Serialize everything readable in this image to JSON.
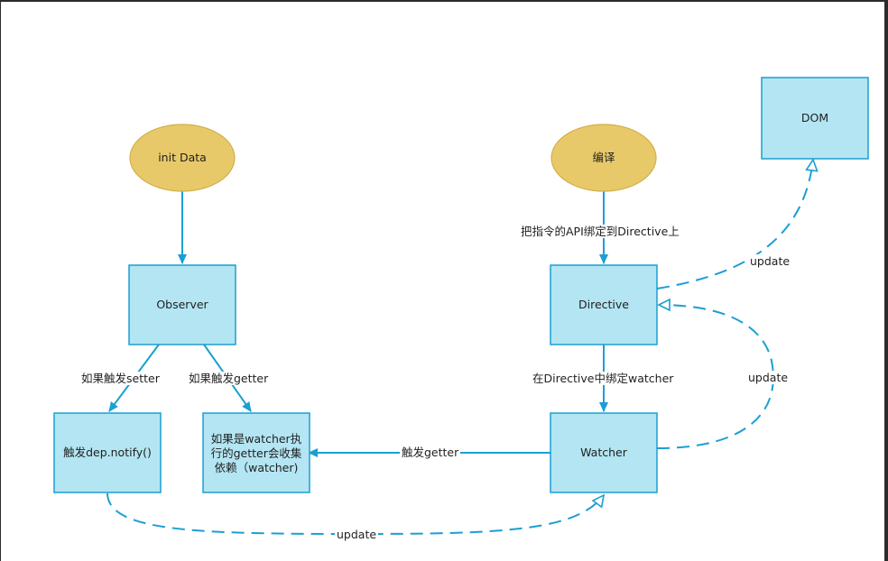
{
  "nodes": {
    "init_data": "init Data",
    "compile": "编译",
    "dom": "DOM",
    "observer": "Observer",
    "directive": "Directive",
    "notify": "触发dep.notify()",
    "collect": "如果是watcher执行的getter会收集依赖（watcher)",
    "collect_lines": [
      "如果是watcher执",
      "行的getter会收集",
      "依赖（watcher)"
    ],
    "watcher": "Watcher"
  },
  "edges": {
    "bind_api": "把指令的API绑定到Directive上",
    "if_setter": "如果触发setter",
    "if_getter": "如果触发getter",
    "bind_watcher": "在Directive中绑定watcher",
    "trigger_getter": "触发getter",
    "update_dom": "update",
    "update_directive": "update",
    "update_watcher": "update"
  },
  "colors": {
    "ellipse_fill": "#e8c96a",
    "ellipse_stroke": "#d1b04a",
    "box_fill": "#b3e5f2",
    "box_stroke": "#1b9fd3",
    "arrow": "#1b9fd3",
    "background": "#ffffff",
    "frame": "#2b2b2b"
  }
}
